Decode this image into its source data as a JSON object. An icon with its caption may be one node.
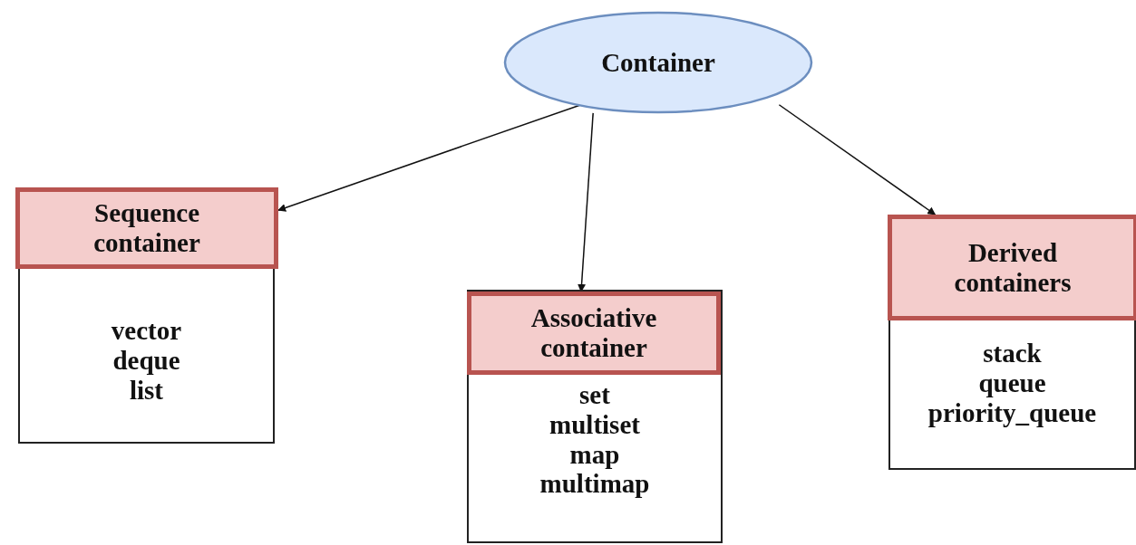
{
  "diagram": {
    "nodes": [
      {
        "text": [
          "Container"
        ]
      },
      {
        "text": [
          "vector",
          "deque",
          "list"
        ]
      },
      {
        "text": [
          "Sequence container"
        ],
        "in": 1
      },
      {
        "text": [
          "set",
          "multiset",
          "map",
          "multimap"
        ]
      },
      {
        "text": [
          "Associative container"
        ],
        "in": 3
      },
      {
        "text": [
          "stack",
          "queue",
          "priority_queue"
        ]
      },
      {
        "text": [
          "Derived containers"
        ],
        "in": 5
      }
    ],
    "edges": [
      {
        "from": 0,
        "to": 2,
        "arrow": "to"
      },
      {
        "from": 0,
        "to": 4,
        "arrow": "to"
      },
      {
        "from": 0,
        "to": 6,
        "arrow": "to"
      }
    ]
  }
}
